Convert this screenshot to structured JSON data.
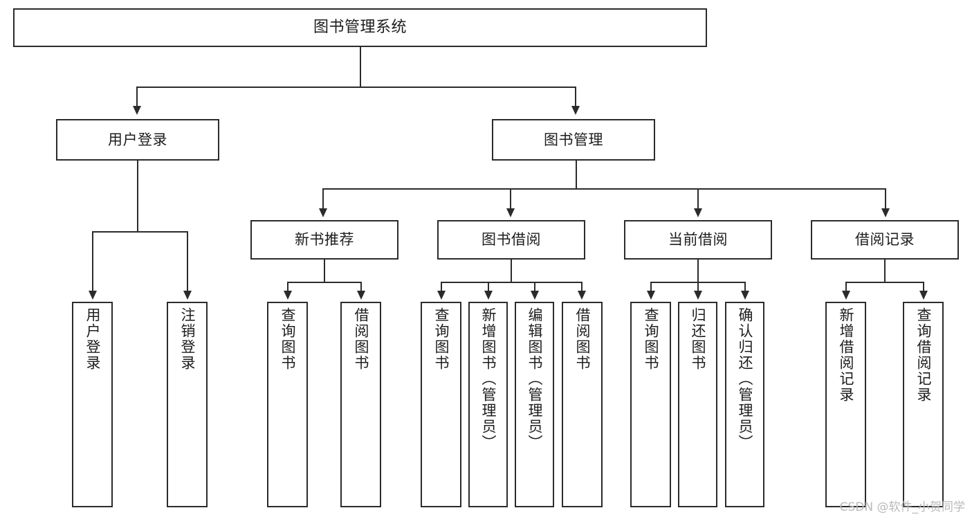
{
  "diagram": {
    "type": "hierarchy-tree",
    "title": "图书管理系统",
    "root": {
      "label": "图书管理系统"
    },
    "level2": [
      {
        "label": "用户登录"
      },
      {
        "label": "图书管理"
      }
    ],
    "level3": [
      {
        "label": "新书推荐"
      },
      {
        "label": "图书借阅"
      },
      {
        "label": "当前借阅"
      },
      {
        "label": "借阅记录"
      }
    ],
    "leaves": {
      "user_login": [
        {
          "label": "用户登录"
        },
        {
          "label": "注销登录"
        }
      ],
      "new_book_recommend": [
        {
          "label": "查询图书"
        },
        {
          "label": "借阅图书"
        }
      ],
      "book_borrow": [
        {
          "label": "查询图书"
        },
        {
          "label": "新增图书（管理员）"
        },
        {
          "label": "编辑图书（管理员）"
        },
        {
          "label": "借阅图书"
        }
      ],
      "current_borrow": [
        {
          "label": "查询图书"
        },
        {
          "label": "归还图书"
        },
        {
          "label": "确认归还（管理员）"
        }
      ],
      "borrow_record": [
        {
          "label": "新增借阅记录"
        },
        {
          "label": "查询借阅记录"
        }
      ]
    }
  },
  "watermark": {
    "text": "CSDN @软件_小贺同学"
  },
  "colors": {
    "stroke": "#2b2b2b",
    "background": "#ffffff",
    "text": "#1d1d1d",
    "watermark": "#b9b9b9"
  }
}
